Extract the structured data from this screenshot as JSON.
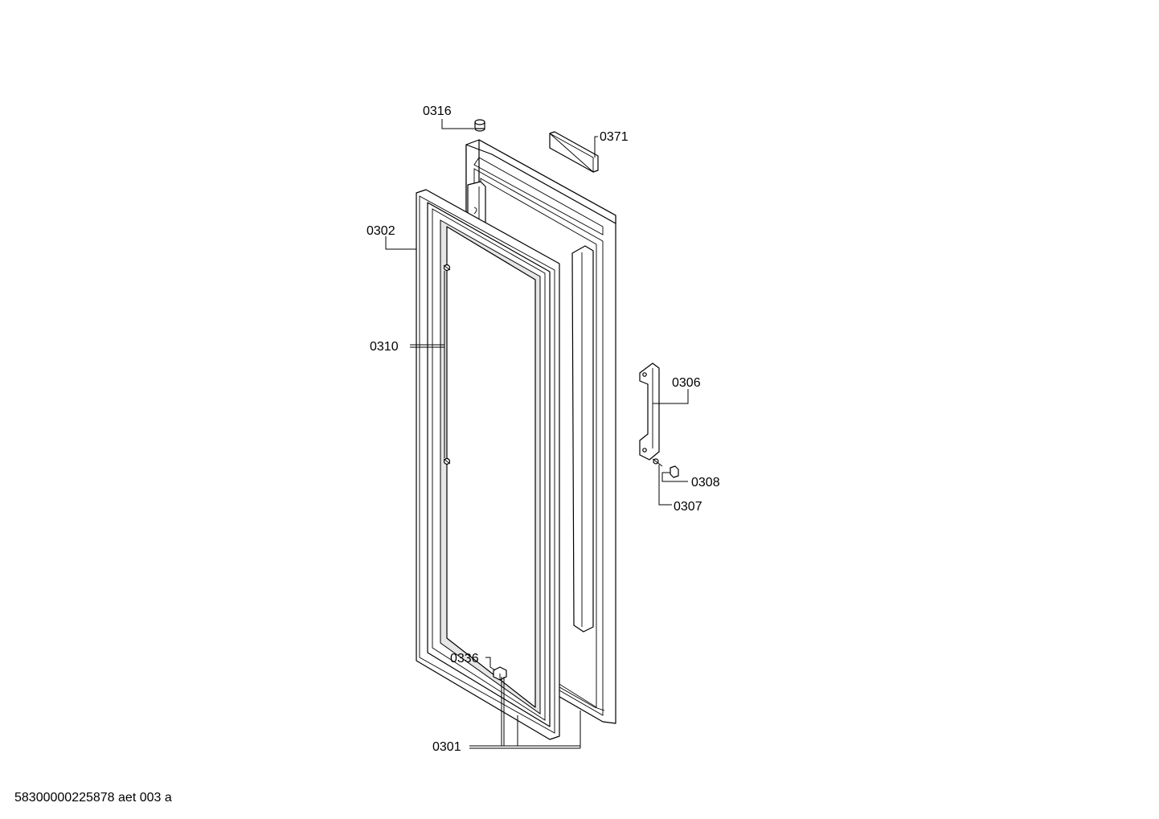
{
  "drawing": {
    "footer_code": "58300000225878 aet 003 a",
    "labels": {
      "p0316": "0316",
      "p0371": "0371",
      "p0302": "0302",
      "p0310": "0310",
      "p0306": "0306",
      "p0308": "0308",
      "p0307": "0307",
      "p0336": "0336",
      "p0301": "0301"
    }
  }
}
